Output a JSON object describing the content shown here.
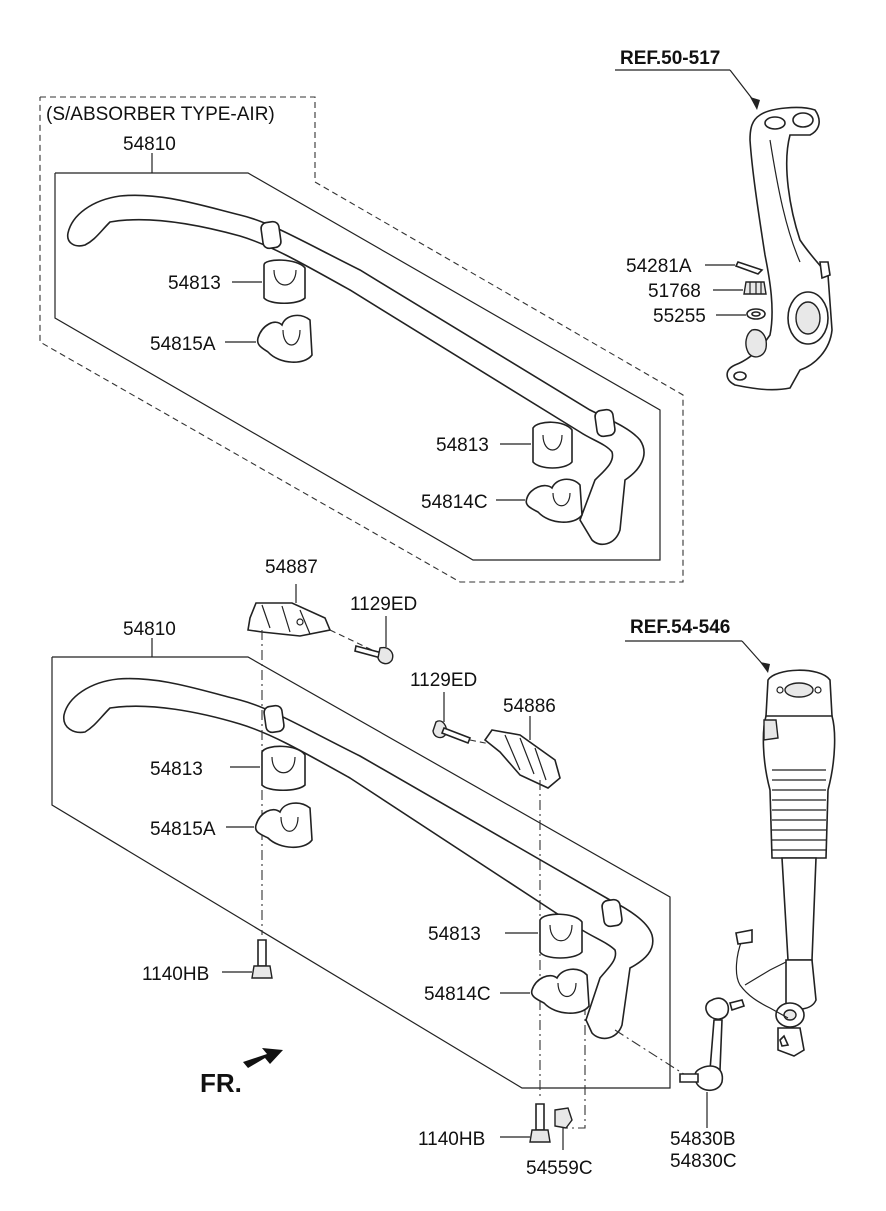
{
  "variant_label": "(S/ABSORBER TYPE-AIR)",
  "references": {
    "knuckle": "REF.50-517",
    "strut": "REF.54-546"
  },
  "front_indicator": "FR.",
  "upper_group": {
    "bar": "54810",
    "bushing_left": "54813",
    "bracket_left": "54815A",
    "bushing_right": "54813",
    "bracket_right": "54814C"
  },
  "knuckle_parts": {
    "split_pin": "54281A",
    "nut": "51768",
    "washer": "55255"
  },
  "lower_group": {
    "bar": "54810",
    "cover_upper": "54887",
    "bolt_upper": "1129ED",
    "bolt_middle": "1129ED",
    "cover_right": "54886",
    "bushing_left": "54813",
    "bracket_left": "54815A",
    "bolt_left": "1140HB",
    "bushing_right": "54813",
    "bracket_right": "54814C",
    "bolt_bottom": "1140HB",
    "nut_bottom": "54559C",
    "link_a": "54830B",
    "link_b": "54830C"
  }
}
